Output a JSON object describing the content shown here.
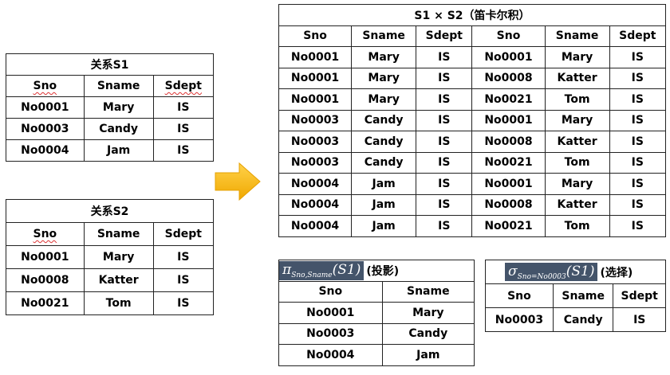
{
  "s1": {
    "title": "关系S1",
    "headers": [
      "Sno",
      "Sname",
      "Sdept"
    ],
    "rows": [
      [
        "No0001",
        "Mary",
        "IS"
      ],
      [
        "No0003",
        "Candy",
        "IS"
      ],
      [
        "No0004",
        "Jam",
        "IS"
      ]
    ]
  },
  "s2": {
    "title": "关系S2",
    "headers": [
      "Sno",
      "Sname",
      "Sdept"
    ],
    "rows": [
      [
        "No0001",
        "Mary",
        "IS"
      ],
      [
        "No0008",
        "Katter",
        "IS"
      ],
      [
        "No0021",
        "Tom",
        "IS"
      ]
    ]
  },
  "arrow": {
    "icon": "right-arrow-icon",
    "color": "#f5b800"
  },
  "product": {
    "title": "S1 × S2（笛卡尔积）",
    "headers": [
      "Sno",
      "Sname",
      "Sdept",
      "Sno",
      "Sname",
      "Sdept"
    ],
    "rows": [
      [
        "No0001",
        "Mary",
        "IS",
        "No0001",
        "Mary",
        "IS"
      ],
      [
        "No0001",
        "Mary",
        "IS",
        "No0008",
        "Katter",
        "IS"
      ],
      [
        "No0001",
        "Mary",
        "IS",
        "No0021",
        "Tom",
        "IS"
      ],
      [
        "No0003",
        "Candy",
        "IS",
        "No0001",
        "Mary",
        "IS"
      ],
      [
        "No0003",
        "Candy",
        "IS",
        "No0008",
        "Katter",
        "IS"
      ],
      [
        "No0003",
        "Candy",
        "IS",
        "No0021",
        "Tom",
        "IS"
      ],
      [
        "No0004",
        "Jam",
        "IS",
        "No0001",
        "Mary",
        "IS"
      ],
      [
        "No0004",
        "Jam",
        "IS",
        "No0008",
        "Katter",
        "IS"
      ],
      [
        "No0004",
        "Jam",
        "IS",
        "No0021",
        "Tom",
        "IS"
      ]
    ]
  },
  "projection": {
    "symbol": "π",
    "subscript": "Sno,Sname",
    "argument": "(S1)",
    "label": "(投影)",
    "formula_bg": "#44546a",
    "headers": [
      "Sno",
      "Sname"
    ],
    "rows": [
      [
        "No0001",
        "Mary"
      ],
      [
        "No0003",
        "Candy"
      ],
      [
        "No0004",
        "Jam"
      ]
    ]
  },
  "selection": {
    "symbol": "σ",
    "subscript": "Sno=No0003",
    "argument": "(S1)",
    "label": "(选择)",
    "formula_bg": "#44546a",
    "headers": [
      "Sno",
      "Sname",
      "Sdept"
    ],
    "rows": [
      [
        "No0003",
        "Candy",
        "IS"
      ]
    ]
  }
}
